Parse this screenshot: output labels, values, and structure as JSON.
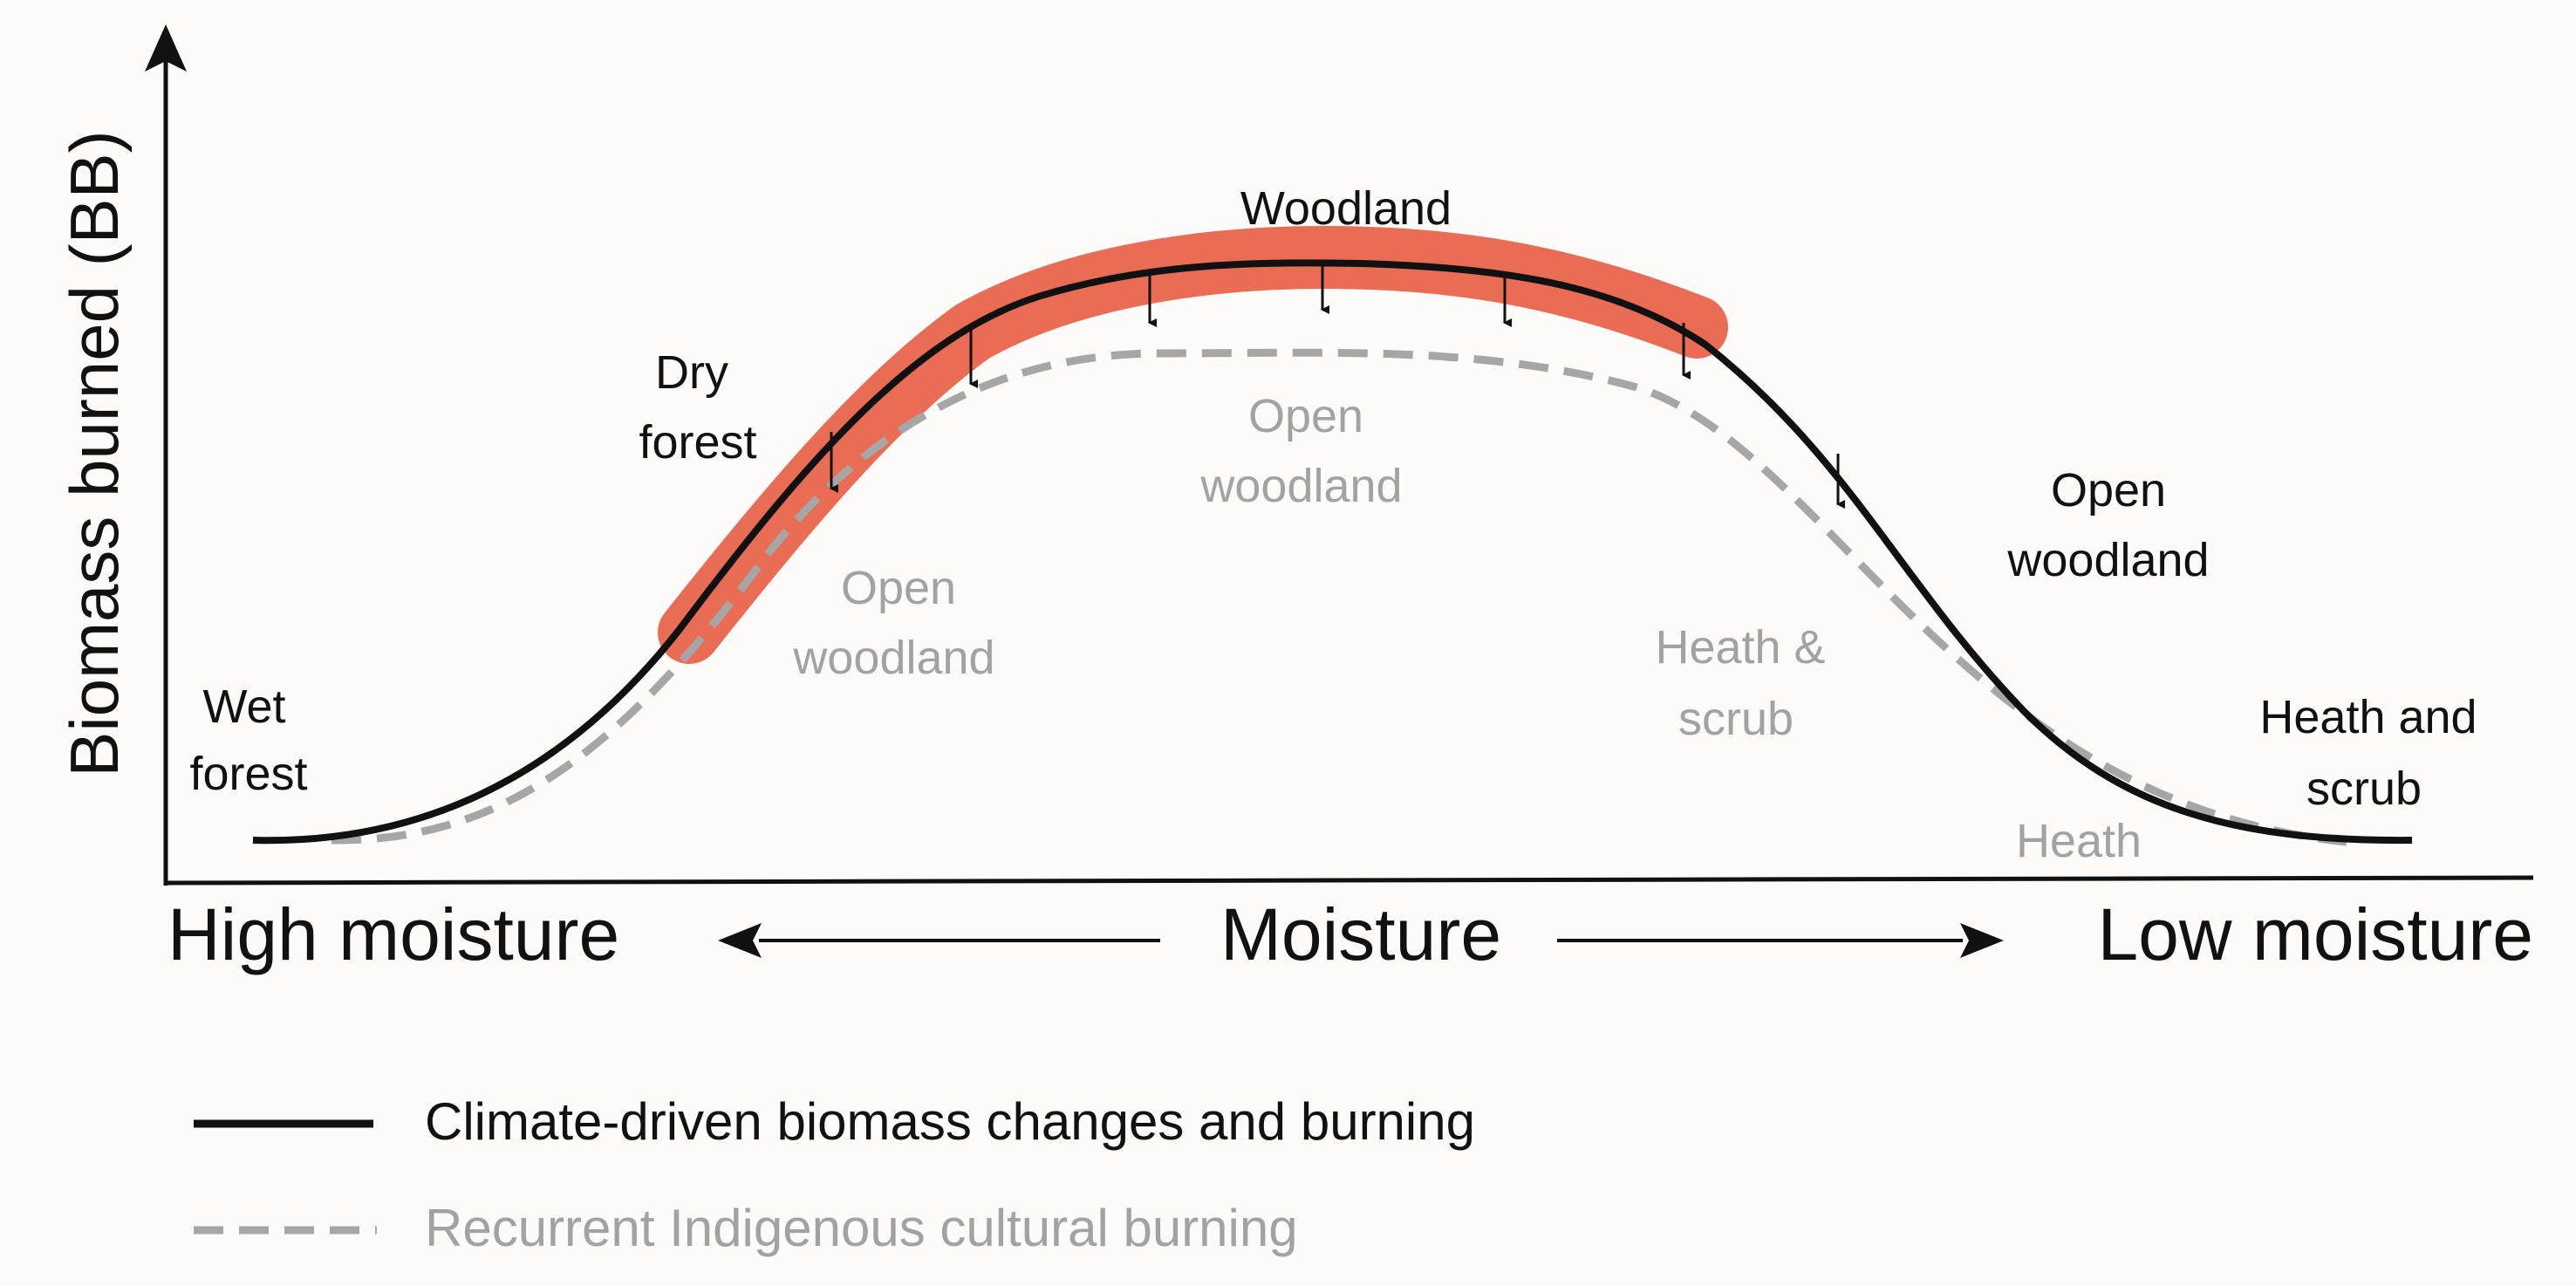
{
  "diagram": {
    "y_axis_label": "Biomass burned (BB)",
    "x_axis": {
      "left_label": "High moisture",
      "center_label": "Moisture",
      "right_label": "Low moisture"
    },
    "climate_curve_labels": {
      "wet_forest": [
        "Wet",
        "forest"
      ],
      "dry_forest": [
        "Dry",
        "forest"
      ],
      "woodland": "Woodland",
      "open_woodland": [
        "Open",
        "woodland"
      ],
      "heath_and_scrub": [
        "Heath and",
        "scrub"
      ]
    },
    "cultural_curve_labels": {
      "open_woodland_left": [
        "Open",
        "woodland"
      ],
      "open_woodland_center": [
        "Open",
        "woodland"
      ],
      "heath_scrub": [
        "Heath &",
        "scrub"
      ],
      "heath": "Heath"
    },
    "legend": {
      "climate": "Climate-driven biomass changes and burning",
      "cultural": "Recurrent Indigenous cultural burning"
    },
    "colors": {
      "climate_line": "#111111",
      "cultural_line": "#a6a6a6",
      "highlight_band": "#e96d55",
      "grey_text": "#a2a2a2",
      "background": "#fcfbfa"
    }
  }
}
